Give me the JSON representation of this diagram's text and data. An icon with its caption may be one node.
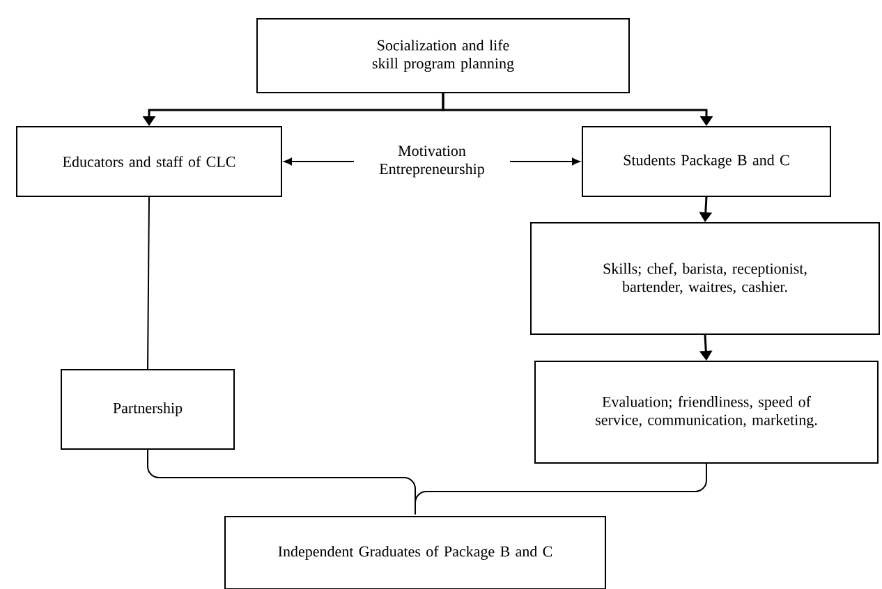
{
  "diagram": {
    "nodes": [
      {
        "text": [
          "Socialization and life skill program planning"
        ]
      },
      {
        "text": [
          "Educators and staff of CLC"
        ]
      },
      {
        "text": [
          "Students Package B and C"
        ]
      },
      {
        "text": [
          "Skills; chef, barista, receptionist, bartender, waitres, cashier."
        ]
      },
      {
        "text": [
          "Partnership"
        ]
      },
      {
        "text": [
          "Evaluation; friendliness, speed of service, communication, marketing."
        ]
      },
      {
        "text": [
          "Independent Graduates of Package B and C"
        ]
      }
    ],
    "edges": [
      {
        "from": 0,
        "to": 1,
        "arrow": "to"
      },
      {
        "from": 0,
        "to": 2,
        "arrow": "to"
      },
      {
        "from": 1,
        "to": 2,
        "arrow": "both",
        "label": "Motivation Entrepreneurship"
      },
      {
        "from": 1,
        "to": 4,
        "arrow": "none"
      },
      {
        "from": 2,
        "to": 3,
        "arrow": "to"
      },
      {
        "from": 3,
        "to": 5,
        "arrow": "to"
      },
      {
        "from": 4,
        "to": 6,
        "arrow": "none"
      },
      {
        "from": 5,
        "to": 6,
        "arrow": "none"
      }
    ]
  }
}
